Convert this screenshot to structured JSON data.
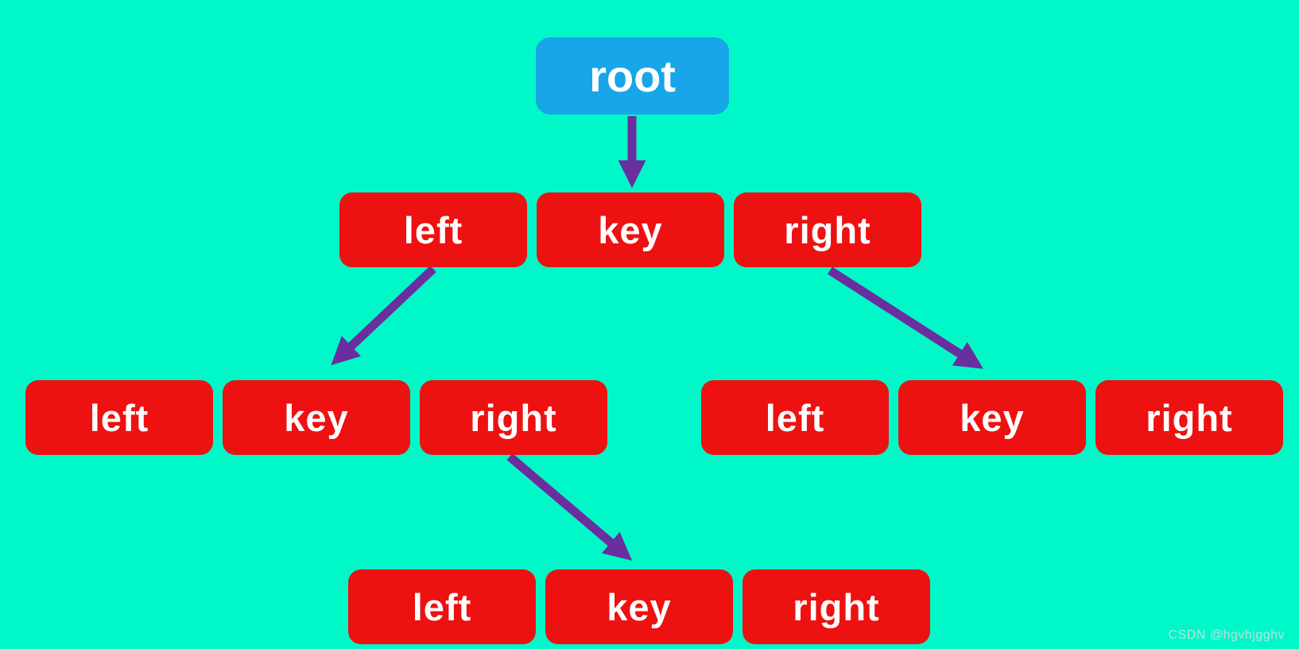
{
  "colors": {
    "background": "#00f8c8",
    "node-red": "#ee1111",
    "node-blue": "#18a6e8",
    "arrow-purple": "#6a2e9e",
    "text-white": "#ffffff"
  },
  "tree": {
    "root": {
      "label": "root"
    },
    "groups": [
      {
        "id": "root-children",
        "cells": [
          "left",
          "key",
          "right"
        ]
      },
      {
        "id": "left-subtree",
        "cells": [
          "left",
          "key",
          "right"
        ]
      },
      {
        "id": "right-subtree",
        "cells": [
          "left",
          "key",
          "right"
        ]
      },
      {
        "id": "left-right-subtree",
        "cells": [
          "left",
          "key",
          "right"
        ]
      }
    ],
    "edges": [
      {
        "from": "root",
        "to": "root-children.key"
      },
      {
        "from": "root-children.left",
        "to": "left-subtree.key"
      },
      {
        "from": "root-children.right",
        "to": "right-subtree.key"
      },
      {
        "from": "left-subtree.right",
        "to": "left-right-subtree.key"
      }
    ]
  },
  "watermark": {
    "text": "CSDN @hgvhjgghv"
  }
}
